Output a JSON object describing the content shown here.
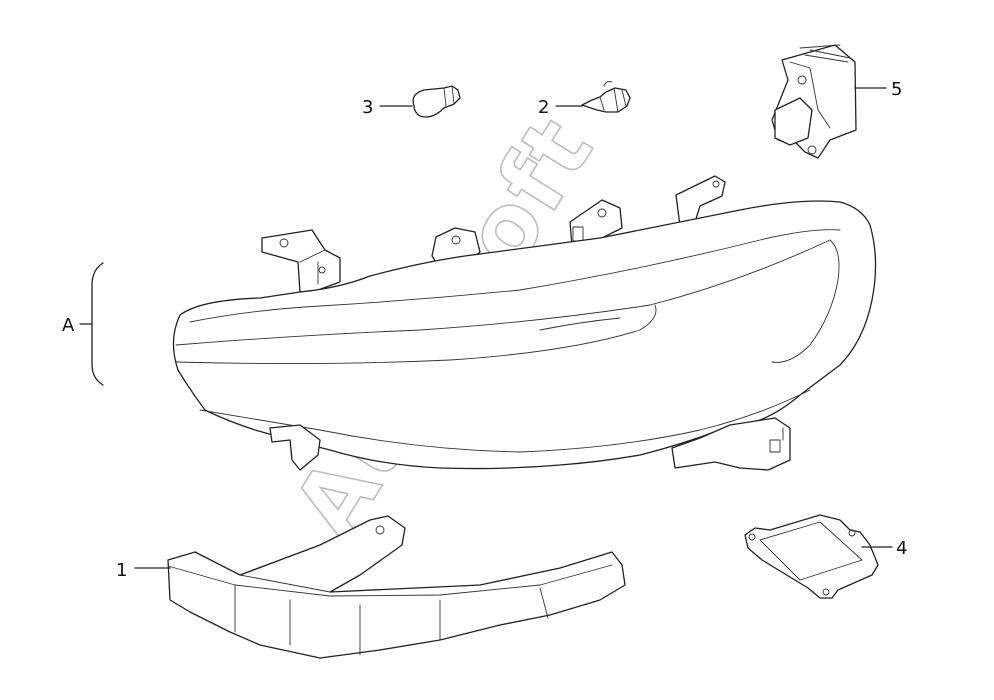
{
  "diagram": {
    "callouts": {
      "a": "A",
      "c1": "1",
      "c2": "2",
      "c3": "3",
      "c4": "4",
      "c5": "5"
    },
    "watermark": "AutoSoft"
  }
}
